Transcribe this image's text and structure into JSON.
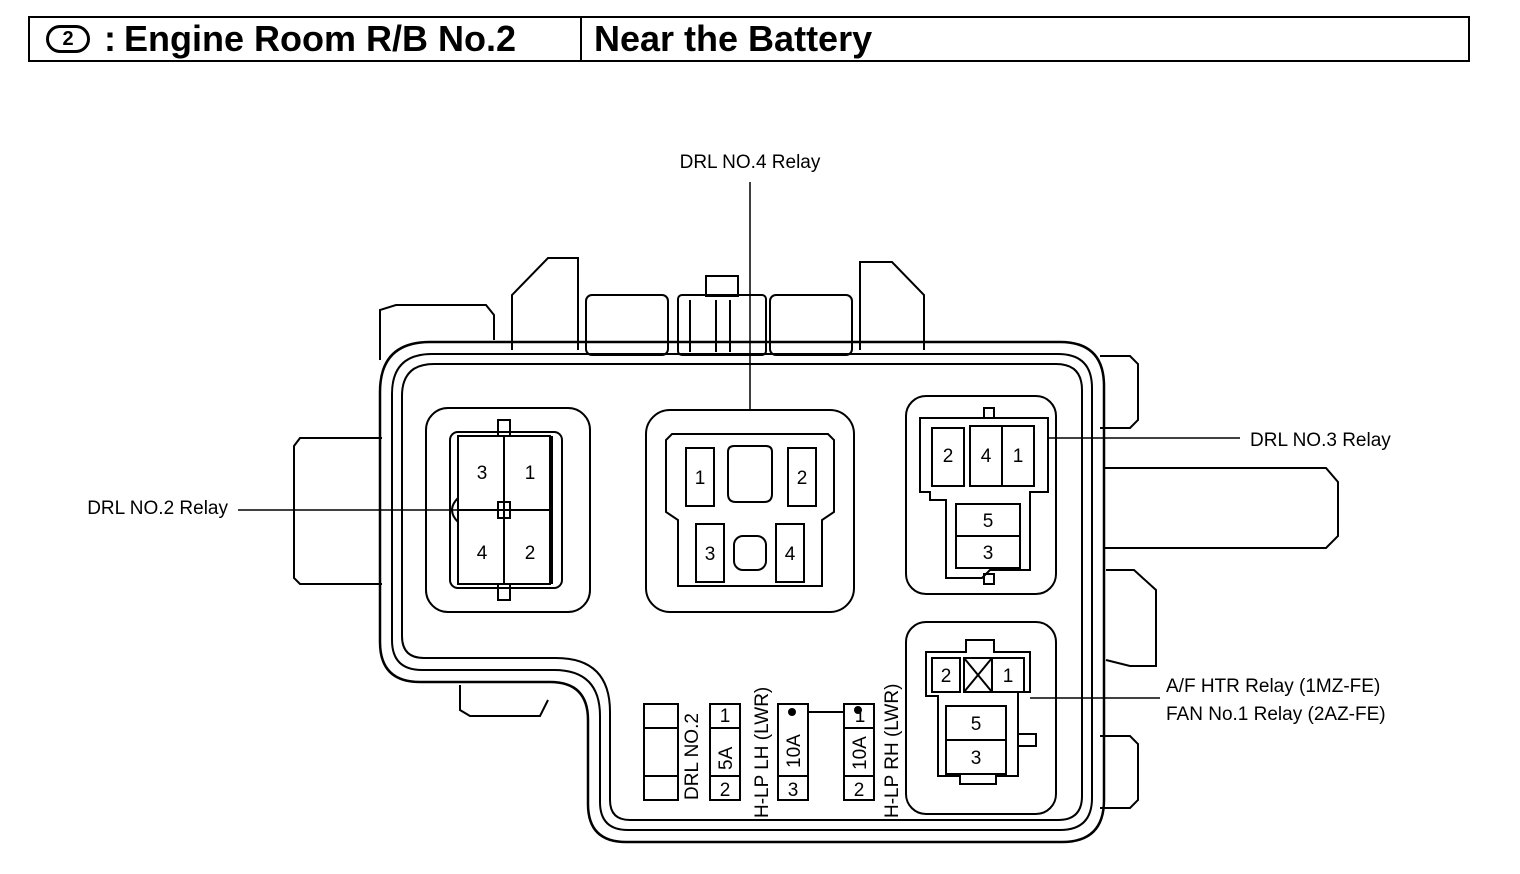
{
  "header": {
    "circle_number": "2",
    "separator": ":",
    "title": "Engine Room R/B No.2",
    "location": "Near the Battery"
  },
  "labels": {
    "drl4": "DRL NO.4 Relay",
    "drl3": "DRL NO.3 Relay",
    "drl2": "DRL NO.2 Relay",
    "afhtr": "A/F HTR Relay (1MZ-FE)",
    "fan1": "FAN No.1 Relay (2AZ-FE)"
  },
  "drl2_relay": {
    "t3": "3",
    "t1": "1",
    "t4": "4",
    "t2": "2"
  },
  "drl4_relay": {
    "t1": "1",
    "t2": "2",
    "t3": "3",
    "t4": "4"
  },
  "drl3_relay": {
    "t2": "2",
    "t4": "4",
    "t1": "1",
    "t5": "5",
    "t3": "3"
  },
  "afhtr_relay": {
    "t2": "2",
    "t1": "1",
    "t5": "5",
    "t3": "3"
  },
  "fuses": {
    "drl_no2": "DRL NO.2",
    "hlp_lh_amp": "5A",
    "hlp_lh_top": "1",
    "hlp_lh_bottom": "2",
    "hlp_lh_name": "H-LP LH (LWR)",
    "c10a_amp": "10A",
    "c10a_bottom": "3",
    "hlp_rh_amp": "10A",
    "hlp_rh_top": "1",
    "hlp_rh_bottom": "2",
    "hlp_rh_name": "H-LP RH (LWR)"
  }
}
